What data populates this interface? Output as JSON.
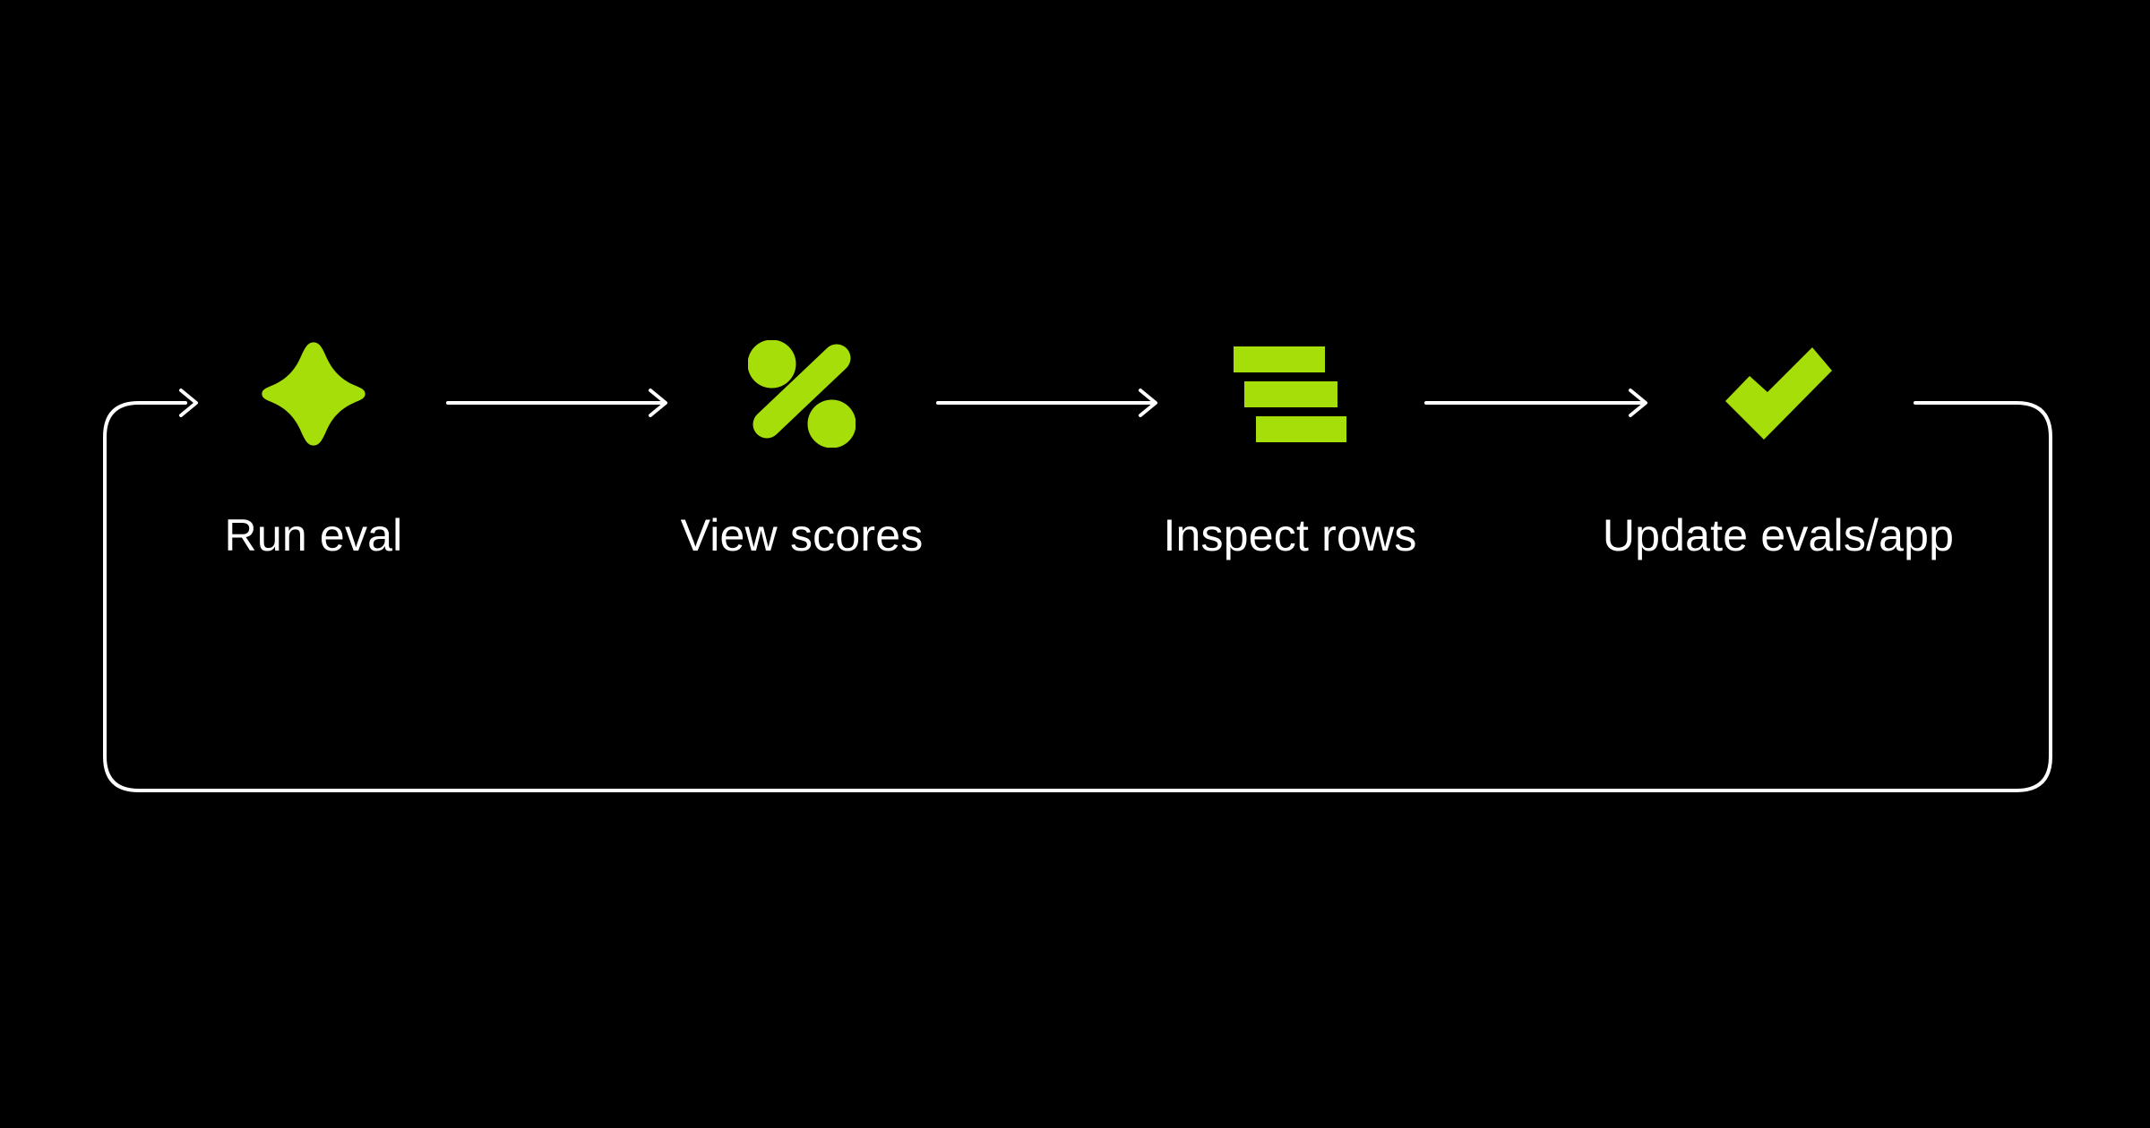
{
  "diagram": {
    "name": "eval-feedback-loop",
    "steps": [
      {
        "label": "Run eval",
        "icon": "sparkle-icon"
      },
      {
        "label": "View scores",
        "icon": "percent-icon"
      },
      {
        "label": "Inspect rows",
        "icon": "stacked-rows-icon"
      },
      {
        "label": "Update evals/app",
        "icon": "checkmark-icon"
      }
    ],
    "flow": "cycle: last step loops back to first step",
    "colors": {
      "background": "#000000",
      "accent": "#A6DE0A",
      "line": "#FFFFFF",
      "text": "#FFFFFF"
    }
  }
}
